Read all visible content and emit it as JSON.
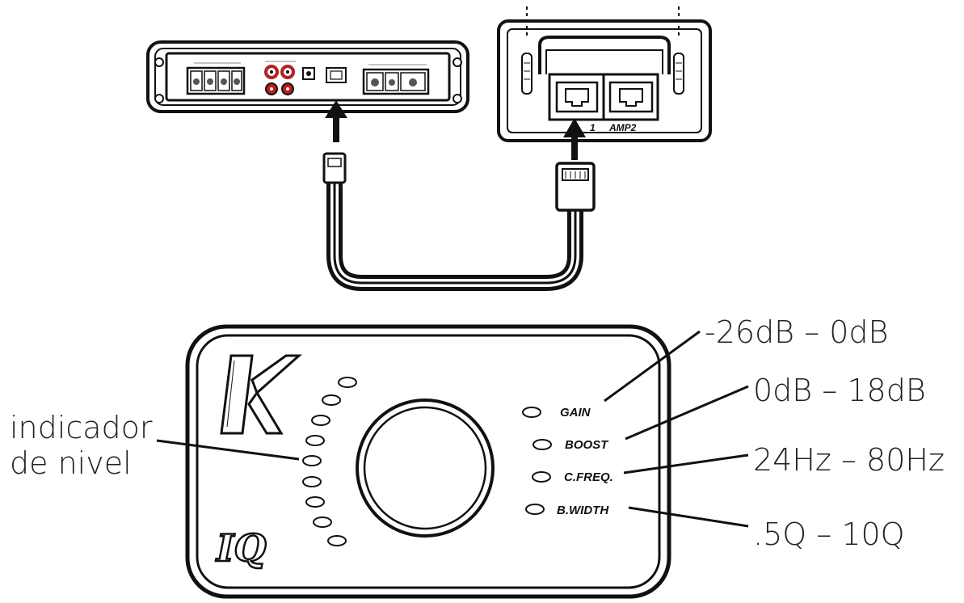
{
  "remote": {
    "led_labels": [
      "GAIN",
      "BOOST",
      "C.FREQ.",
      "B.WIDTH"
    ],
    "ranges": [
      "-26dB – 0dB",
      "0dB – 18dB",
      "24Hz – 80Hz",
      ".5Q – 10Q"
    ],
    "level_label_line1": "indicador",
    "level_label_line2": "de nivel",
    "logo_text": "IQ"
  },
  "module": {
    "port1_label": "1",
    "port2_label": "AMP2"
  }
}
